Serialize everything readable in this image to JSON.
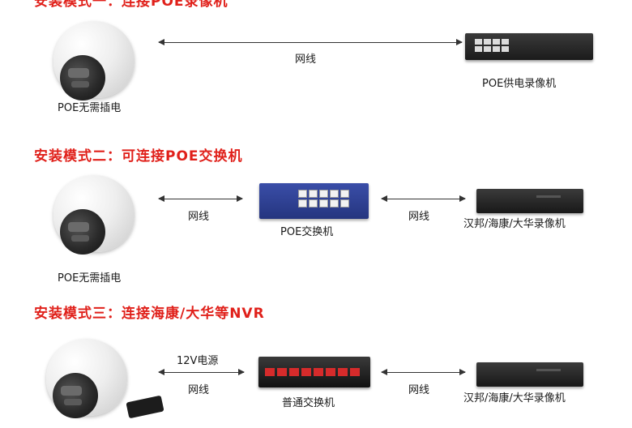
{
  "modes": {
    "mode1": {
      "heading": "安装模式一：连接POE录像机",
      "camera_caption": "POE无需插电",
      "link_label": "网线",
      "recorder_caption": "POE供电录像机"
    },
    "mode2": {
      "heading": "安装模式二：可连接POE交换机",
      "camera_caption": "POE无需插电",
      "link_left_label": "网线",
      "switch_caption": "POE交换机",
      "link_right_label": "网线",
      "recorder_caption": "汉邦/海康/大华录像机"
    },
    "mode3": {
      "heading": "安装模式三：连接海康/大华等NVR",
      "power_label": "12V电源",
      "link_left_label": "网线",
      "switch_caption": "普通交换机",
      "link_right_label": "网线",
      "recorder_caption": "汉邦/海康/大华录像机"
    }
  },
  "icons": [
    "dome-camera-icon",
    "poe-nvr-icon",
    "poe-switch-icon",
    "network-switch-icon",
    "recorder-icon",
    "power-adapter-icon"
  ],
  "colors": {
    "heading": "#e0201a",
    "poe_switch": "#2e3f93",
    "switch_ports": "#d62b2b"
  }
}
